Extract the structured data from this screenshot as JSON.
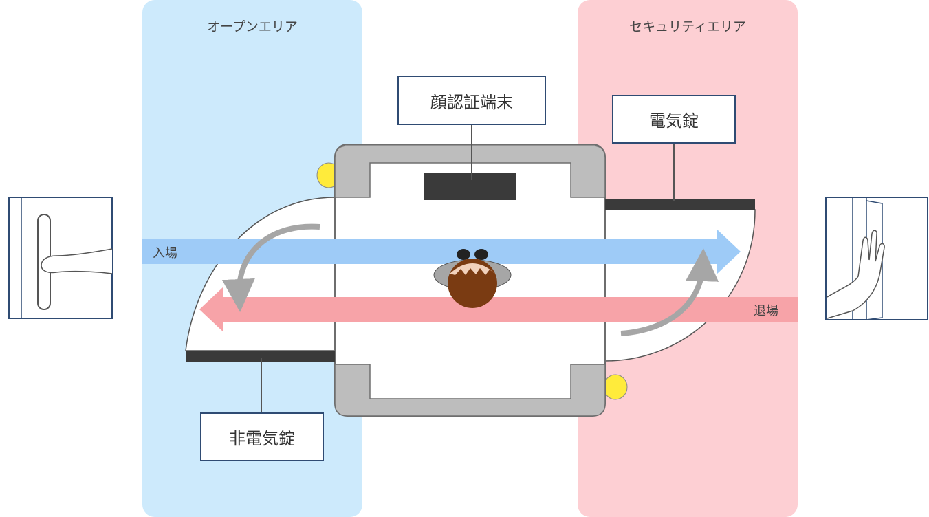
{
  "zones": {
    "open": {
      "title": "オープンエリア",
      "color": "#cdeafc"
    },
    "secure": {
      "title": "セキュリティエリア",
      "color": "#fdcfd3"
    }
  },
  "labels": {
    "face_terminal": "顔認証端末",
    "electric_lock": "電気錠",
    "non_electric_lock": "非電気錠"
  },
  "flows": {
    "entry": {
      "label": "入場",
      "color": "#9ecbf7"
    },
    "exit": {
      "label": "退場",
      "color": "#f7a3a8"
    }
  },
  "icons": {
    "pull_handle": "door-pull-handle-icon",
    "push_door": "door-push-hand-icon",
    "person": "person-top-view-icon"
  }
}
